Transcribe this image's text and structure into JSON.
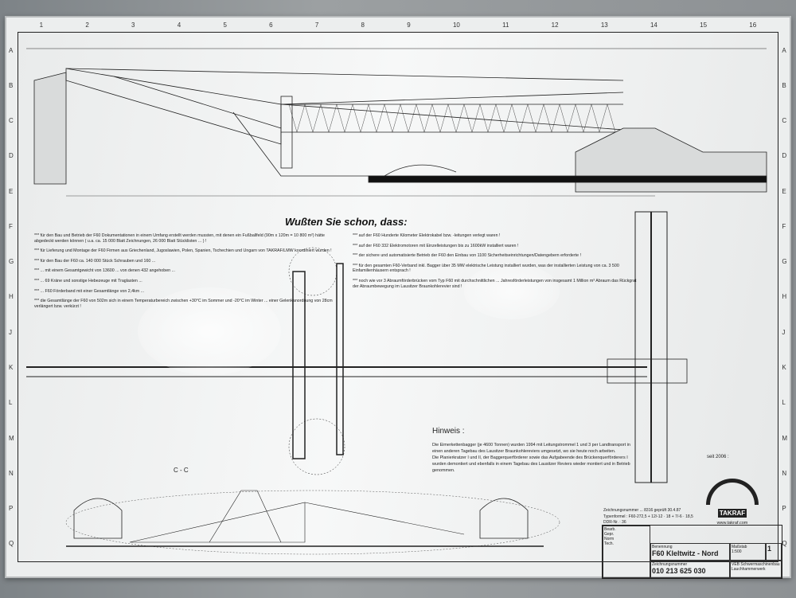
{
  "heading": "Wußten Sie schon, dass:",
  "grid": {
    "columns": [
      "1",
      "2",
      "3",
      "4",
      "5",
      "6",
      "7",
      "8",
      "9",
      "10",
      "11",
      "12",
      "13",
      "14",
      "15",
      "16"
    ],
    "rows": [
      "A",
      "B",
      "C",
      "D",
      "E",
      "F",
      "G",
      "H",
      "J",
      "K",
      "L",
      "M",
      "N",
      "P",
      "Q"
    ]
  },
  "facts_left": [
    "*** für den Bau und Betrieb der F60 Dokumentationen in einem Umfang erstellt werden mussten, mit denen ein Fußballfeld (90m x 120m = 10 800 m²) hätte abgedeckt werden können ( u.a. ca. 15 000 Blatt Zeichnungen, 26 000 Blatt Stücklisten ... ) !",
    "*** für Lieferung und Montage der F60 Firmen aus Griechenland, Jugoslawien, Polen, Spanien, Tschechien und Ungarn von TAKRAF/LMW koordiniert wurden !",
    "*** für den Bau der F60 ca. 140 000 Stück Schrauben und 160 ...",
    "*** ... mit einem Gesamtgewicht von 13600 ... von denen 432 angehoben ...",
    "*** ... 69 Kräne und sonstige Hebezeuge mit Traglasten ...",
    "*** ... F60 Förderband mit einer Gesamtlänge von 2,4km ...",
    "*** die Gesamtlänge der F60 von 502m sich in einem Temperaturbereich zwischen +30°C im Sommer und -20°C im Winter ... einer Gelenkanordnung von 28cm verlängert bzw. verkürzt !"
  ],
  "facts_right": [
    "*** auf der F60 Hunderte Kilometer Elektrokabel bzw. -leitungen verlegt waren !",
    "*** auf der F60 332 Elektromotoren mit Einzelleistungen bis zu 1600kW installiert waren !",
    "*** der sichere und automatisierte Betrieb der F60 den Einbau von 1100 Sicherheitseinrichtungen/Datengebern erforderte !",
    "*** für den gesamten F60-Verband inkl. Bagger über 35 MW elektrische Leistung installiert wurden, was der installierten Leistung von ca. 3 500 Einfamilienhäusern entsprach !",
    "*** noch wie vor 3 Abraumförderbrücken vom Typ F60 mit durchschnittlichen ... Jahresförderleistungen von insgesamt 1 Million m³ Abraum das Rückgrat der Abraumbewegung im Lausitzer Braunkohlerevier sind !"
  ],
  "hinweis": {
    "title": "Hinweis :",
    "text1": "Die Eimerkettenbagger (je 4600 Tonnen) wurden 1994 mit Leitungstrommel 1 und 3 per Landtransport in einen anderen Tagebau des Lausitzer Braunkohlereviers umgesetzt, wo sie heute noch arbeiten.",
    "text2": "Die Planierkratzer I und II, der Baggerquerförderer sowie das Aufgabeende des Brückenquerförderers I wurden demontiert und ebenfalls in einem Tagebau des Lausitzer Reviers wieder montiert und in Betrieb genommen."
  },
  "section_label": "C - C",
  "since": "seit 2006 :",
  "logo": {
    "name": "TAKRAF",
    "url": "www.takraf.com"
  },
  "meta": {
    "line1": "Zeichnungsnummer ... 8316   geprüft 30.4.87",
    "line2": "Typenformel : F60-272,5 + 12/-12 · 18 + 7/-6 · 18,5",
    "line3": "DDR-Nr. : 36"
  },
  "title_block": {
    "name_label": "Benennung",
    "name": "F60  Kleltwitz - Nord",
    "number_label": "Zeichnungsnummer",
    "number": "010 213 625 030",
    "scale_label": "Maßstab",
    "scale": "1:500",
    "sheet": "1",
    "company": "VEB Schwermaschinenbau Lauchhammerwerk",
    "rows": [
      "Bearb.",
      "Gepr.",
      "Norm",
      "Tech."
    ]
  }
}
